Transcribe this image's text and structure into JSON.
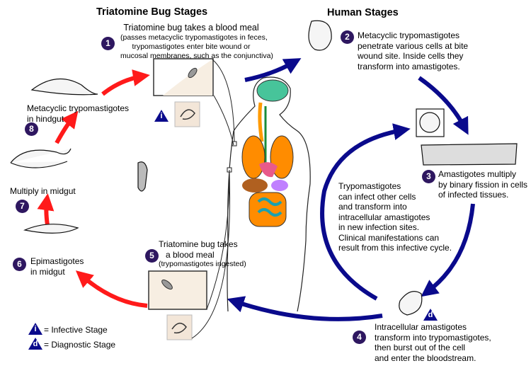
{
  "titles": {
    "bug": "Triatomine Bug Stages",
    "human": "Human Stages"
  },
  "steps": [
    {
      "num": "1",
      "lines": [
        "Triatomine bug takes a blood meal",
        "(passes metacyclic trypomastigotes in feces,",
        "trypomastigotes enter bite wound or",
        "mucosal membranes, such as the conjunctiva)"
      ]
    },
    {
      "num": "2",
      "lines": [
        "Metacyclic trypomastigotes",
        "penetrate various cells at bite",
        "wound site.  Inside cells they",
        "transform into amastigotes."
      ]
    },
    {
      "num": "3",
      "lines": [
        "Amastigotes multiply",
        "by binary fission in cells",
        "of infected tissues."
      ]
    },
    {
      "num": "4",
      "lines": [
        "Intracellular amastigotes",
        "transform into trypomastigotes,",
        "then burst out of the cell",
        "and enter the bloodstream."
      ]
    },
    {
      "num": "5",
      "lines": [
        "Triatomine bug takes",
        "a blood meal",
        "(trypomastigotes ingested)"
      ]
    },
    {
      "num": "6",
      "lines": [
        "Epimastigotes",
        "in midgut"
      ]
    },
    {
      "num": "7",
      "lines": [
        "Multiply in midgut"
      ]
    },
    {
      "num": "8",
      "lines": [
        "Metacyclic trypomastigotes",
        "in hindgut"
      ]
    }
  ],
  "cycle_note": [
    "Trypomastigotes",
    "can infect other cells",
    "and transform into",
    "intracellular amastigotes",
    "in new infection sites.",
    "Clinical manifestations can",
    "result from this infective cycle."
  ],
  "legend": [
    {
      "symbol": "i",
      "label": "= Infective Stage"
    },
    {
      "symbol": "d",
      "label": "= Diagnostic Stage"
    }
  ],
  "colors": {
    "bug_arrows": "#ff1a1a",
    "human_arrows": "#0a0a8c",
    "badge": "#2e1760",
    "stage_triangle": "#0a0a8c"
  }
}
